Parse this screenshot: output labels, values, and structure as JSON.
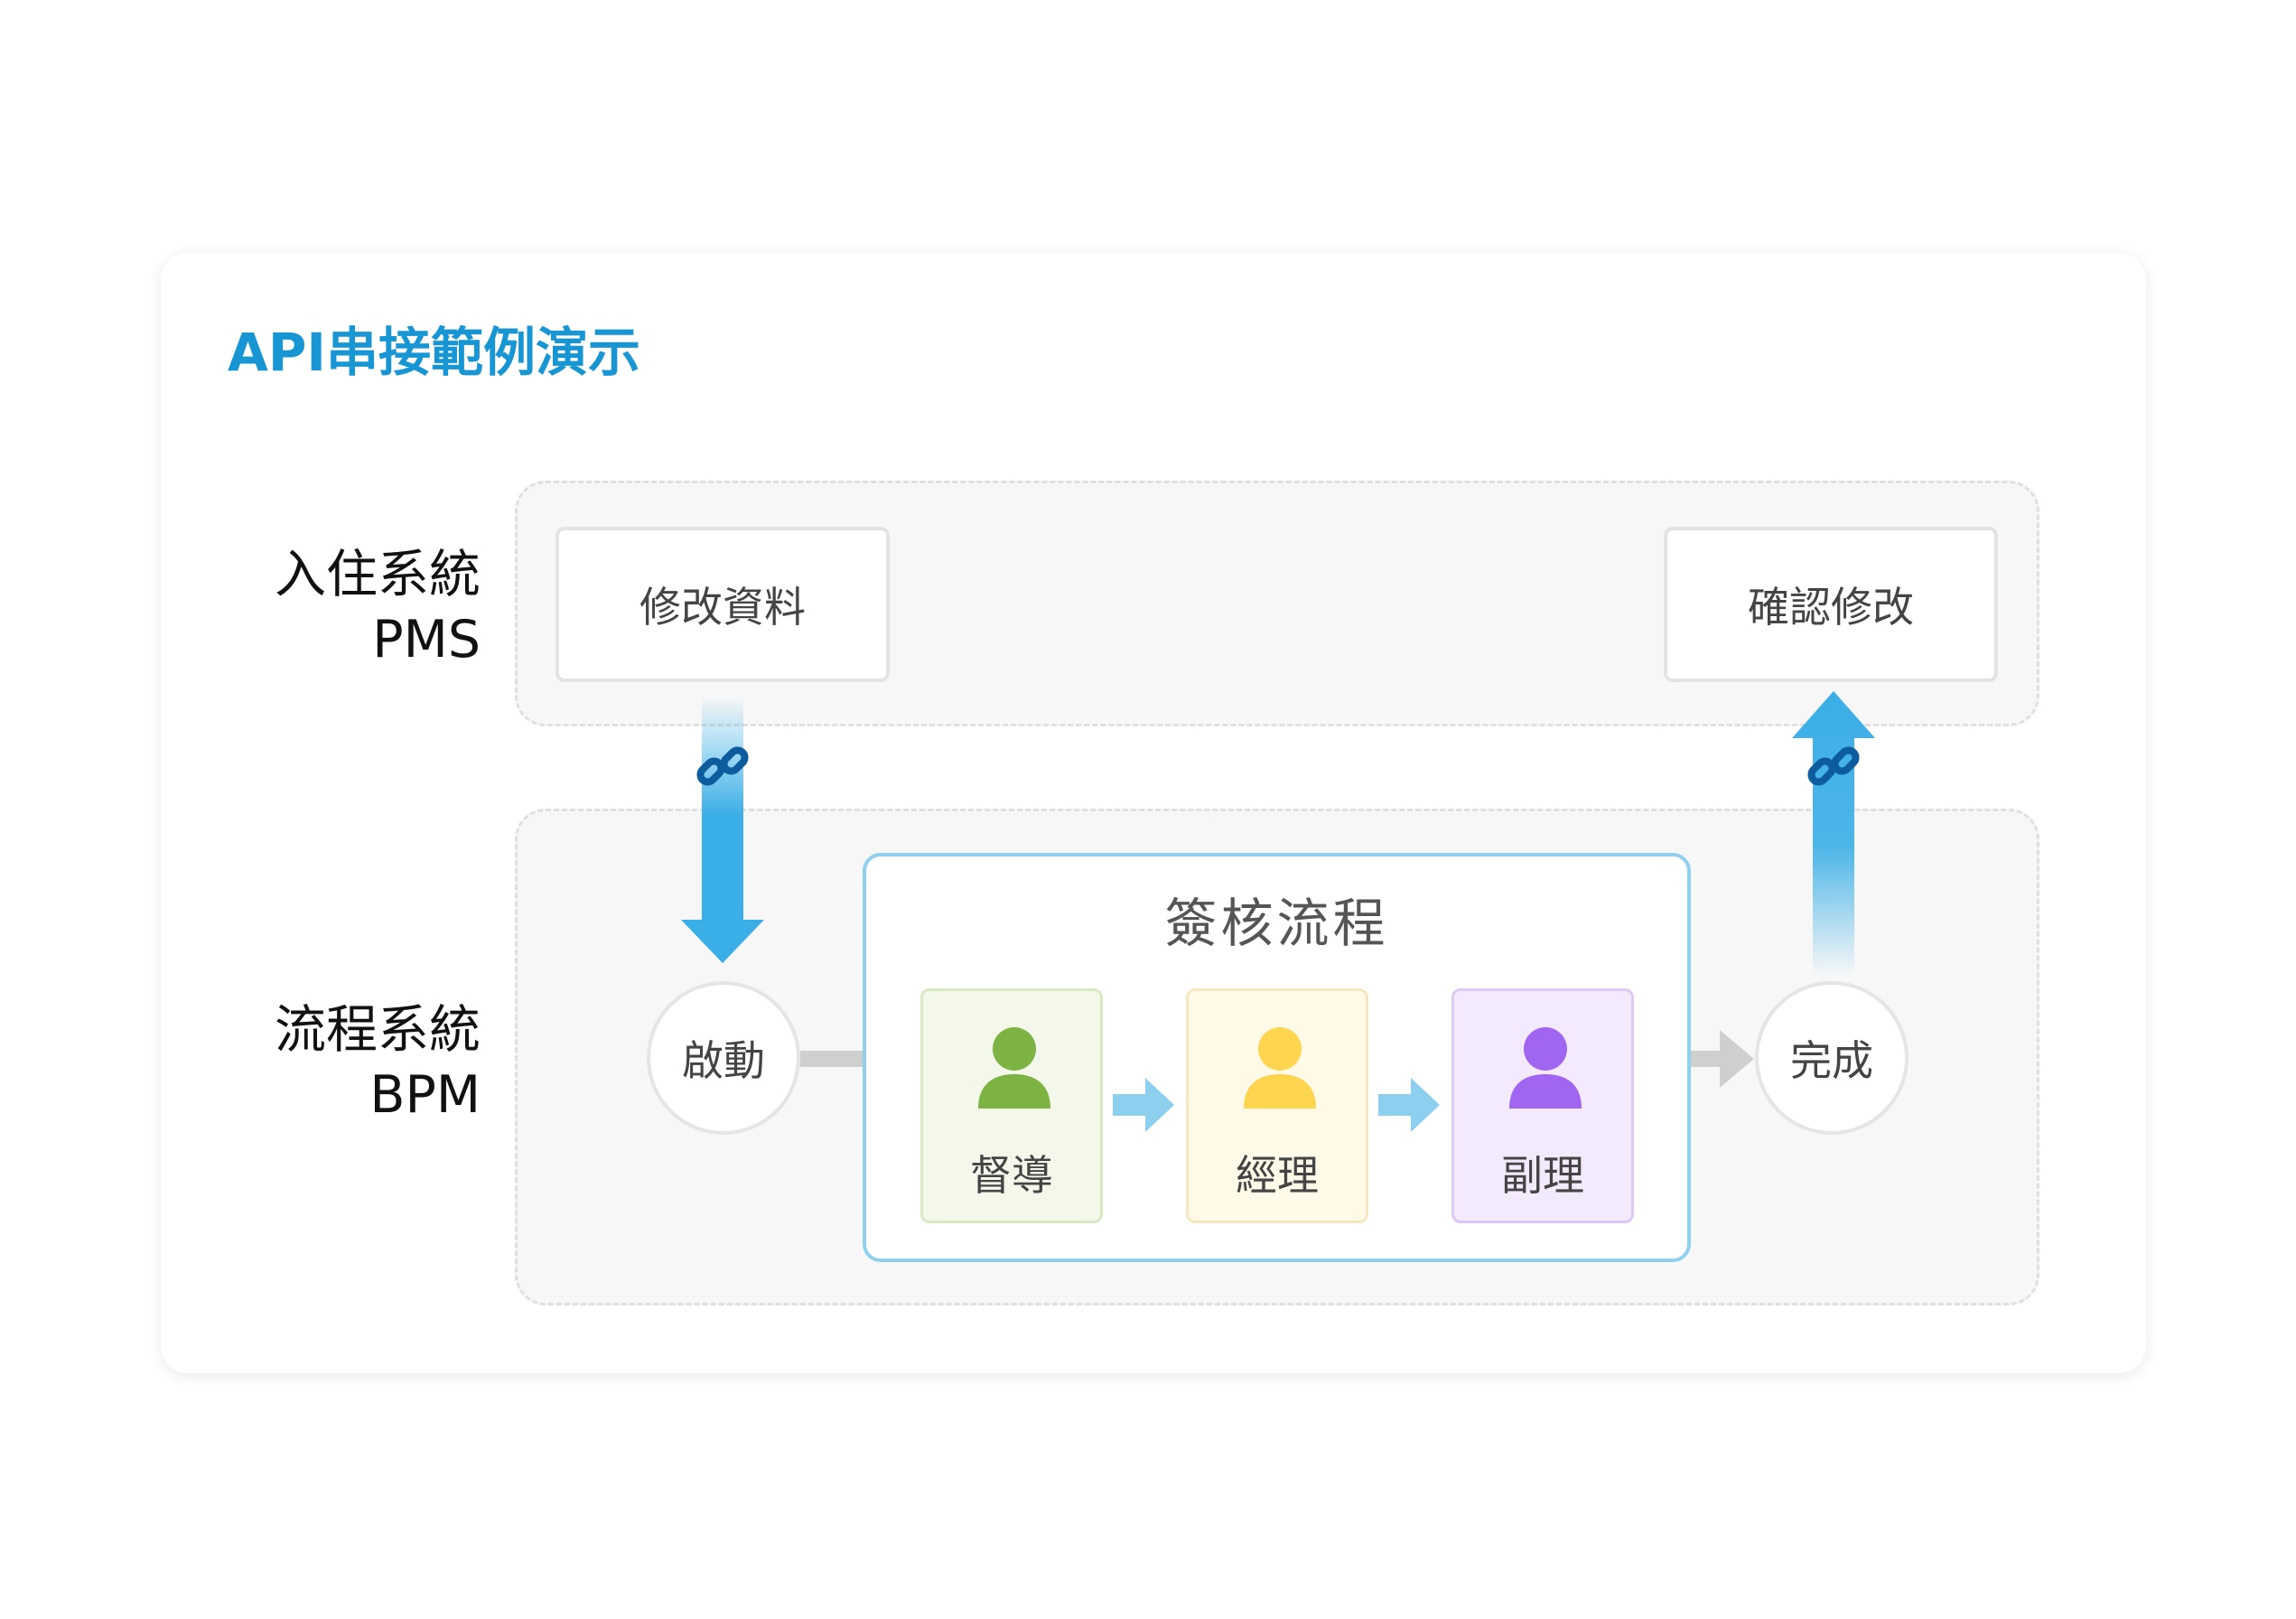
{
  "title": "API串接範例演示",
  "lanes": {
    "pms": {
      "name": "入住系統",
      "code": "PMS"
    },
    "bpm": {
      "name": "流程系統",
      "code": "BPM"
    }
  },
  "pms_steps": {
    "edit": "修改資料",
    "confirm": "確認修改"
  },
  "bpm_steps": {
    "start": "啟動",
    "done": "完成"
  },
  "approval": {
    "title": "簽核流程",
    "roles": [
      {
        "name": "督導",
        "color": "#7cb342"
      },
      {
        "name": "經理",
        "color": "#ffd54f"
      },
      {
        "name": "副理",
        "color": "#a066f2"
      }
    ]
  },
  "colors": {
    "accent": "#1796d3",
    "arrow": "#3aaee6",
    "link_icon": "#0d5c9e"
  }
}
